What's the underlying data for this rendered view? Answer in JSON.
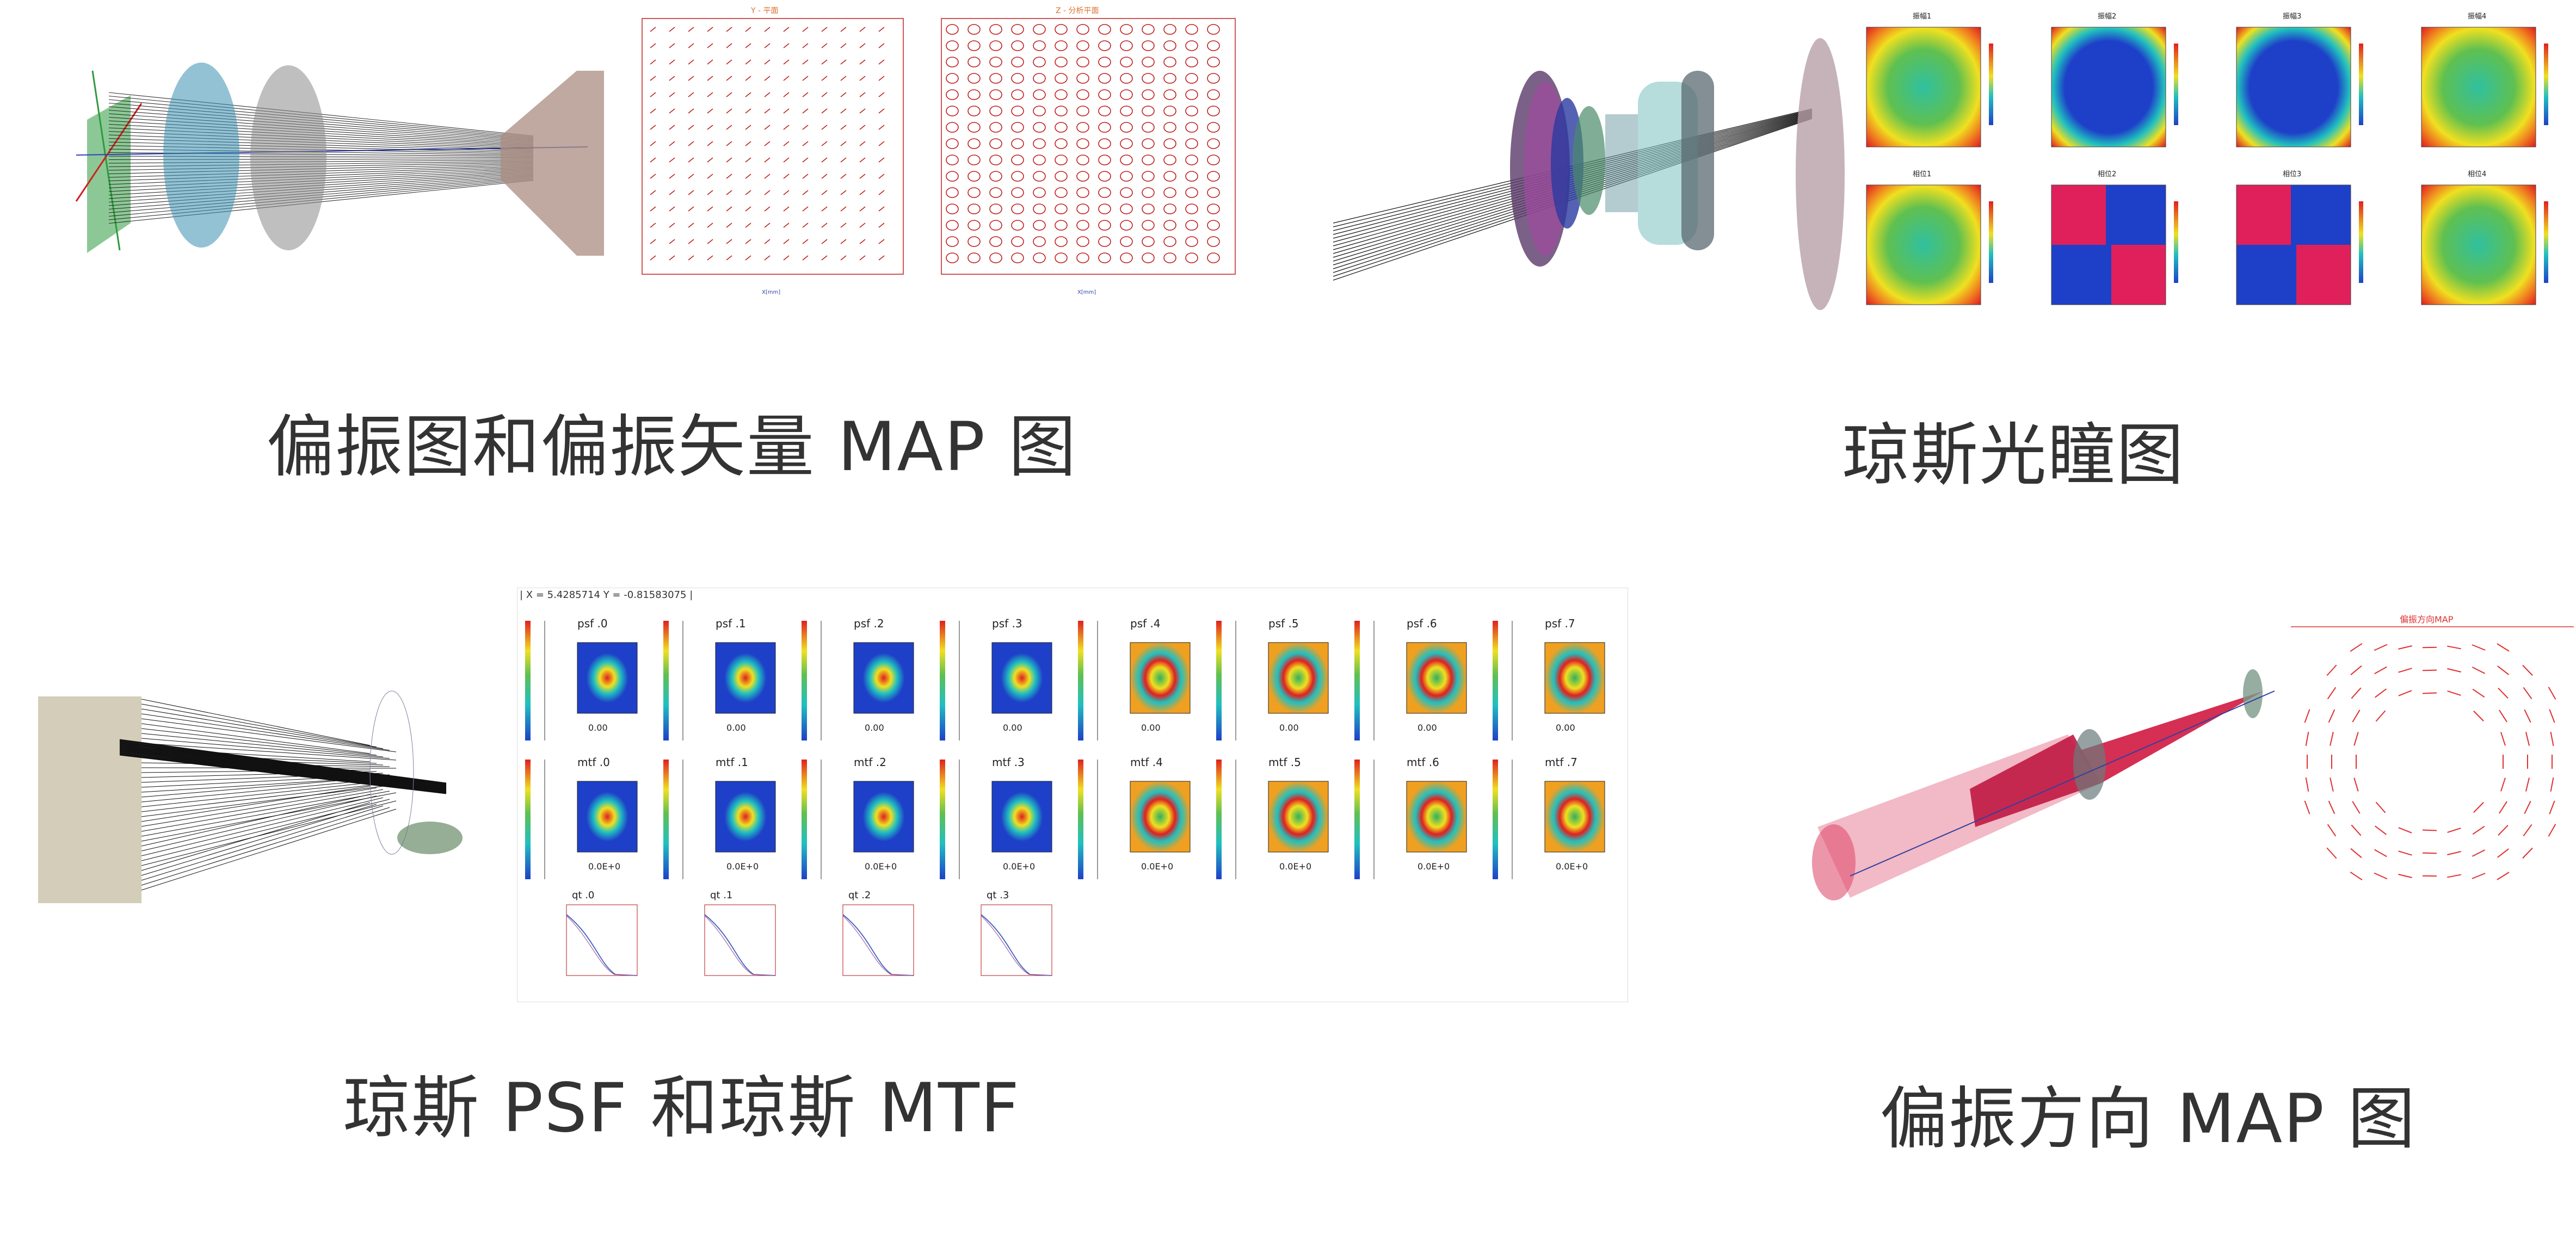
{
  "captions": {
    "polarization": "偏振图和偏振矢量 MAP 图",
    "jones_pupil": "琼斯光瞳图",
    "jones_psf_mtf": "琼斯 PSF 和琼斯 MTF",
    "polarization_direction": "偏振方向 MAP 图"
  },
  "polarization_maps": {
    "left_title": "Y - 平面",
    "right_title": "Z - 分析平面",
    "xlabel": "X[mm]"
  },
  "jones_pupil": {
    "top_titles": [
      "振幅1",
      "振幅2",
      "振幅3",
      "振幅4"
    ],
    "bottom_titles": [
      "相位1",
      "相位2",
      "相位3",
      "相位4"
    ]
  },
  "jones_psf": {
    "readout": "| X = 5.4285714   Y = -0.81583075 |",
    "psf_labels": [
      "psf .0",
      "psf .1",
      "psf .2",
      "psf .3",
      "psf .4",
      "psf .5",
      "psf .6",
      "psf .7"
    ],
    "mtf_labels": [
      "mtf .0",
      "mtf .1",
      "mtf .2",
      "mtf .3",
      "mtf .4",
      "mtf .5",
      "mtf .6",
      "mtf .7"
    ],
    "qt_labels": [
      "qt .0",
      "qt .1",
      "qt .2",
      "qt .3"
    ],
    "psf_axis_value": "0.00",
    "mtf_axis_value": "0.0E+0"
  },
  "polarization_direction": {
    "title": "偏振方向MAP"
  },
  "colors": {
    "caption": "#333333",
    "accent_red": "#e53030",
    "jet_blue": "#1e40c8",
    "jet_red": "#e0203a"
  }
}
